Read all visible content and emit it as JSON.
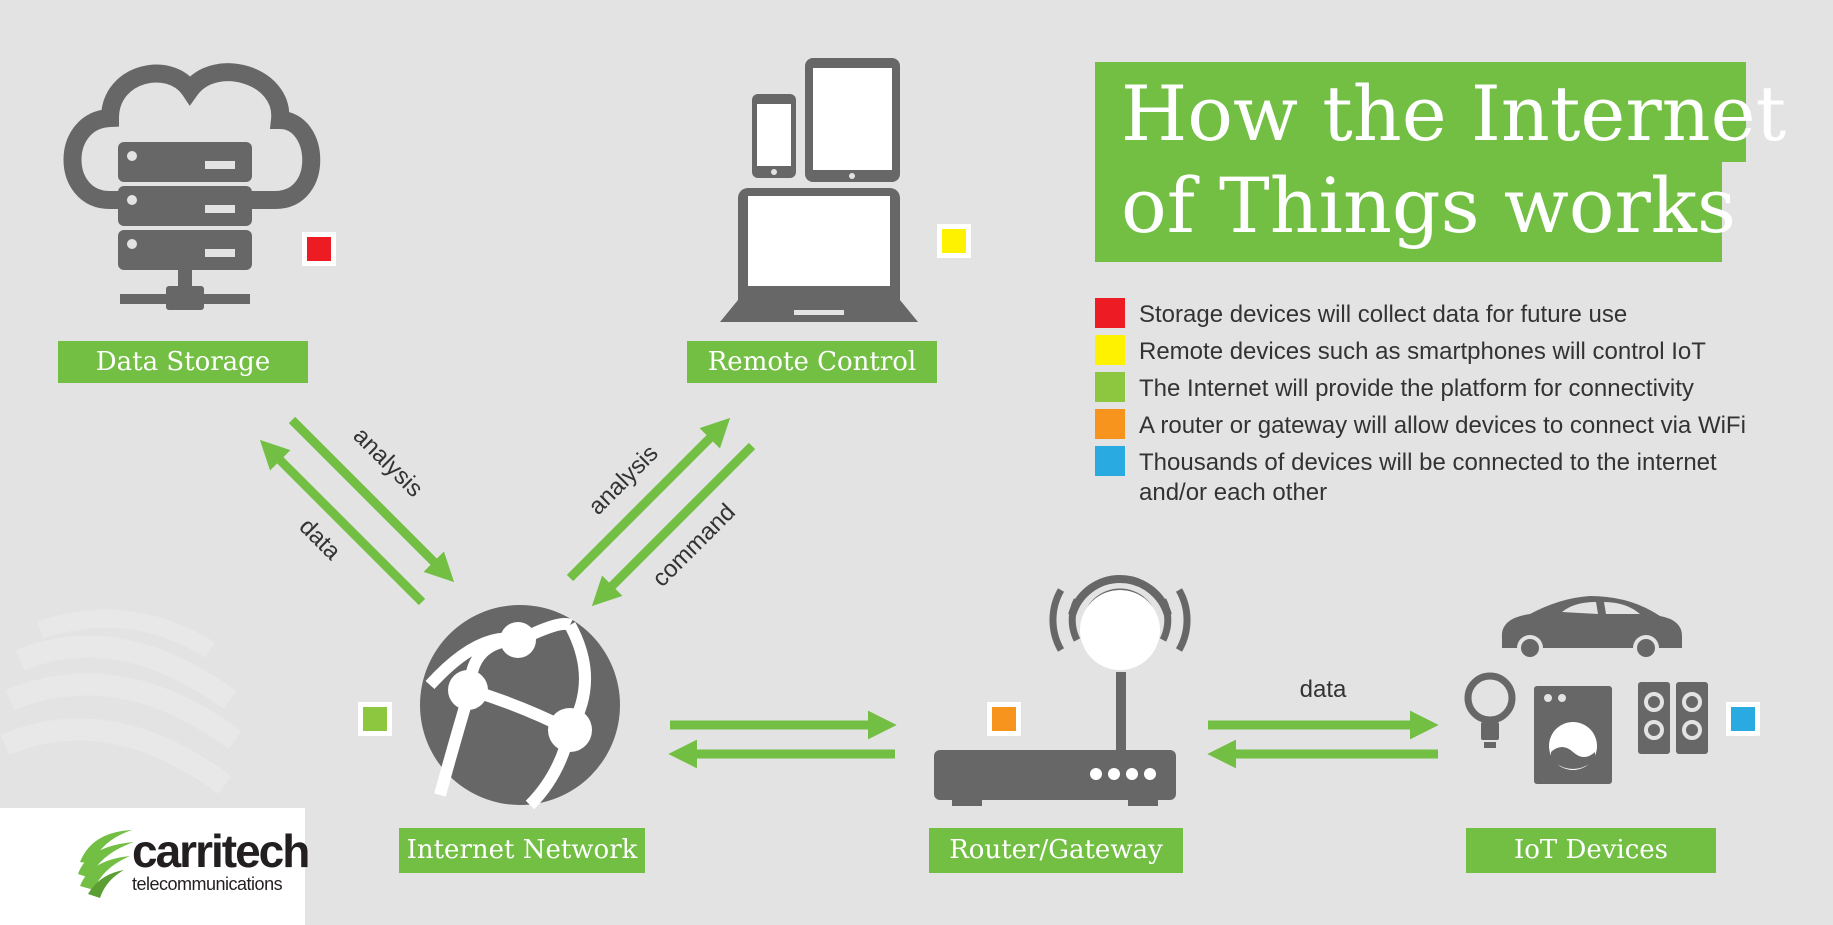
{
  "title": {
    "line1": "How the Internet",
    "line2": "of Things works"
  },
  "legend": [
    {
      "color": "#ed1c24",
      "text": "Storage devices will collect data for future use"
    },
    {
      "color": "#fff200",
      "text": "Remote devices such as smartphones will control IoT"
    },
    {
      "color": "#8dc63f",
      "text": "The Internet will provide the platform for connectivity"
    },
    {
      "color": "#f7941d",
      "text": "A router or gateway will allow devices to connect via WiFi"
    },
    {
      "color": "#29abe2",
      "text": "Thousands of devices will be connected to the internet and/or each other"
    }
  ],
  "nodes": {
    "storage": {
      "label": "Data Storage",
      "icon": "cloud-server-icon",
      "marker_color": "#ed1c24"
    },
    "remote": {
      "label": "Remote Control",
      "icon": "devices-icon",
      "marker_color": "#fff200"
    },
    "internet": {
      "label": "Internet Network",
      "icon": "globe-network-icon",
      "marker_color": "#8dc63f"
    },
    "router": {
      "label": "Router/Gateway",
      "icon": "wifi-router-icon",
      "marker_color": "#f7941d"
    },
    "iot": {
      "label": "IoT Devices",
      "icon": "iot-devices-icon",
      "marker_color": "#29abe2"
    }
  },
  "flows": {
    "storage_analysis": "analysis",
    "storage_data": "data",
    "remote_analysis": "analysis",
    "remote_command": "command",
    "router_iot_data": "data"
  },
  "logo": {
    "name": "carritech",
    "sub": "telecommunications"
  },
  "colors": {
    "background": "#e3e3e3",
    "accent_green": "#72bf44",
    "icon_gray": "#676767",
    "text": "#333333"
  }
}
